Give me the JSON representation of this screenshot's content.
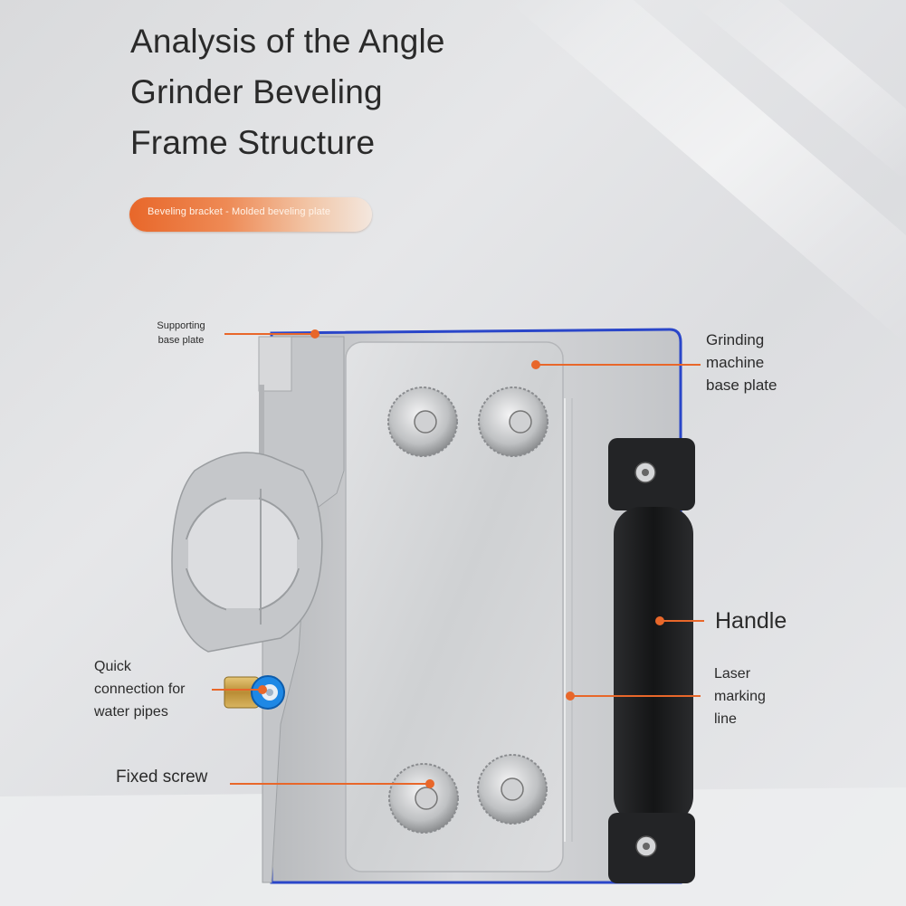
{
  "title": {
    "line1": "Analysis of the Angle",
    "line2": "Grinder Beveling",
    "line3": "Frame Structure"
  },
  "badge": {
    "text": "Beveling bracket - Molded beveling plate"
  },
  "labels": {
    "supporting_base_plate": [
      "Supporting",
      "base plate"
    ],
    "grinding_machine_base_plate": [
      "Grinding",
      "machine",
      "base plate"
    ],
    "handle": "Handle",
    "laser_marking_line": [
      "Laser",
      "marking",
      "line"
    ],
    "quick_connection": [
      "Quick",
      "connection for",
      "water pipes"
    ],
    "fixed_screw": "Fixed screw"
  },
  "colors": {
    "accent": "#e8672a",
    "blue_edge": "#2a46c9",
    "steel": "#c9cbcd",
    "handle": "#1e1f21",
    "fitting_blue": "#1e88e5",
    "brass": "#c9a24a"
  }
}
